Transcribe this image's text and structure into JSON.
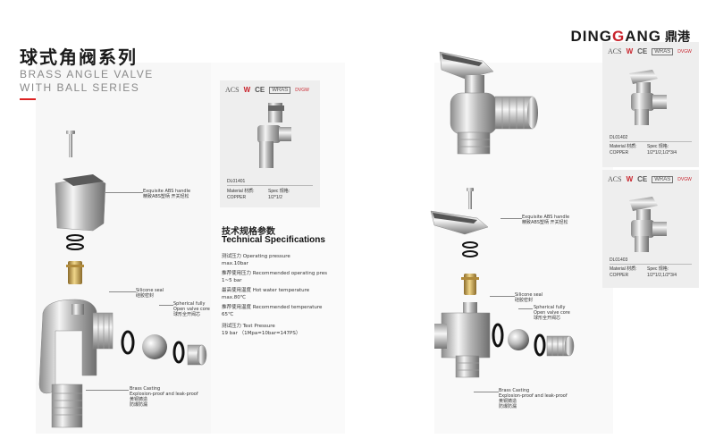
{
  "header": {
    "title_cn": "球式角阀系列",
    "title_en_line1": "BRASS ANGLE VALVE",
    "title_en_line2": "WITH BALL SERIES"
  },
  "brand": {
    "name_part1": "DING",
    "name_part2": "G",
    "name_part3": "ANG",
    "name_cn": "鼎港",
    "accent_color": "#c8232c"
  },
  "certs": {
    "acs": "ACS",
    "w": "W",
    "ce": "CE",
    "wras": "WRAS",
    "dvgw": "DVGW"
  },
  "card1": {
    "code": "DL01401",
    "material_label": "Material 材质:",
    "material_value": "COPPER",
    "spec_label": "Spec 规格:",
    "spec_value": "1/2*1/2"
  },
  "card2": {
    "code": "DL01402",
    "material_label": "Material 材质:",
    "material_value": "COPPER",
    "spec_label": "Spec 规格:",
    "spec_value": "1/2*1/2,1/2*3/4"
  },
  "card3": {
    "code": "DL01403",
    "material_label": "Material 材质:",
    "material_value": "COPPER",
    "spec_label": "Spec 规格:",
    "spec_value": "1/2*1/2,1/2*3/4"
  },
  "specs": {
    "title_cn": "技术规格参数",
    "title_en": "Technical Specifications",
    "items": [
      {
        "line1": "测试压力  Operating pressure",
        "line2": "max.10bar"
      },
      {
        "line1": "推荐使用压力  Recommended operating pres",
        "line2": "1~5 bar"
      },
      {
        "line1": "最高使用温度  Hot water temperature",
        "line2": "max.80℃"
      },
      {
        "line1": "推荐使用温度  Recommended temperature",
        "line2": "65℃"
      },
      {
        "line1": "测试压力  Test Pressure",
        "line2": "19 bar （1Mpa=10bar=147PS）"
      }
    ]
  },
  "callouts_left": {
    "handle_en": "Exquisite ABS handle",
    "handle_cn": "精致ABS塑柄 开关轻松",
    "seal_en": "Silicone seal",
    "seal_cn": "硅胶密封",
    "core_en1": "Spherical fully",
    "core_en2": "Open valve core",
    "core_cn": "球形全开阀芯",
    "body_en1": "Brass Casting",
    "body_en2": "Explosion-proof and leak-proof",
    "body_cn1": "黄铜铸造",
    "body_cn2": "防爆防漏"
  },
  "callouts_right": {
    "handle_en": "Exquisite ABS handle",
    "handle_cn": "精致ABS塑柄 开关轻松",
    "seal_en": "Silicone seal",
    "seal_cn": "硅胶密封",
    "core_en1": "Spherical fully",
    "core_en2": "Open valve core",
    "core_cn": "球形全开阀芯",
    "body_en1": "Brass Casting",
    "body_en2": "Explosion-proof and leak-proof",
    "body_cn1": "黄铜铸造",
    "body_cn2": "防爆防漏"
  }
}
